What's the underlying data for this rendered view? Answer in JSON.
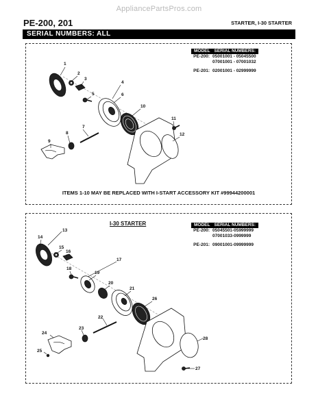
{
  "watermark": "AppliancePartsPros.com",
  "header": {
    "model": "PE-200, 201",
    "section": "STARTER, I-30 STARTER"
  },
  "serial_bar": "SERIAL NUMBERS: ALL",
  "diagram1": {
    "table_head": {
      "model": "MODEL",
      "serials": "SERIAL NUMBERS:"
    },
    "rows": [
      {
        "model": "PE-200:",
        "serials": "05001001 - 05045500"
      },
      {
        "model": "",
        "serials": "07001001 - 07001032"
      },
      {
        "model": "PE-201:",
        "serials": "02001001 - 02999999"
      }
    ],
    "parts": [
      "1",
      "2",
      "3",
      "4",
      "5",
      "6",
      "7",
      "8",
      "9",
      "10",
      "11",
      "12"
    ],
    "note": "ITEMS 1-10 MAY BE REPLACED WITH I-START ACCESSORY KIT #99944200001"
  },
  "diagram2": {
    "title": "I-30 STARTER",
    "table_head": {
      "model": "MODEL",
      "serials": "SERIAL NUMBERS:"
    },
    "rows": [
      {
        "model": "PE-200:",
        "serials": "05045501-05999999"
      },
      {
        "model": "",
        "serials": "07001033-0999999"
      },
      {
        "model": "PE-201:",
        "serials": "09001001-09999999"
      }
    ],
    "parts": [
      "13",
      "14",
      "15",
      "16",
      "17",
      "18",
      "19",
      "20",
      "21",
      "22",
      "23",
      "24",
      "25",
      "26",
      "27",
      "28"
    ]
  }
}
